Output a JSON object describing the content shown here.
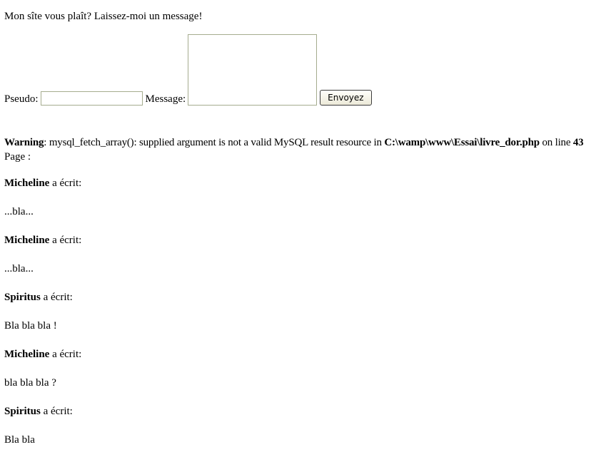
{
  "intro": "Mon sîte vous plaît? Laissez-moi un message!",
  "form": {
    "pseudo_label": "Pseudo:",
    "pseudo_value": "",
    "message_label": "Message:",
    "message_value": "",
    "submit_label": "Envoyez"
  },
  "warning": {
    "label": "Warning",
    "text": ": mysql_fetch_array(): supplied argument is not a valid MySQL result resource in ",
    "file": "C:\\wamp\\www\\Essai\\livre_dor.php",
    "on_line": " on line ",
    "line": "43"
  },
  "page_label": "Page :",
  "wrote": " a écrit:",
  "entries": [
    {
      "author": "Micheline",
      "message": "...bla..."
    },
    {
      "author": "Micheline",
      "message": "...bla..."
    },
    {
      "author": "Spiritus",
      "message": "Bla bla bla !"
    },
    {
      "author": "Micheline",
      "message": "bla bla bla ?"
    },
    {
      "author": "Spiritus",
      "message": "Bla bla"
    }
  ]
}
